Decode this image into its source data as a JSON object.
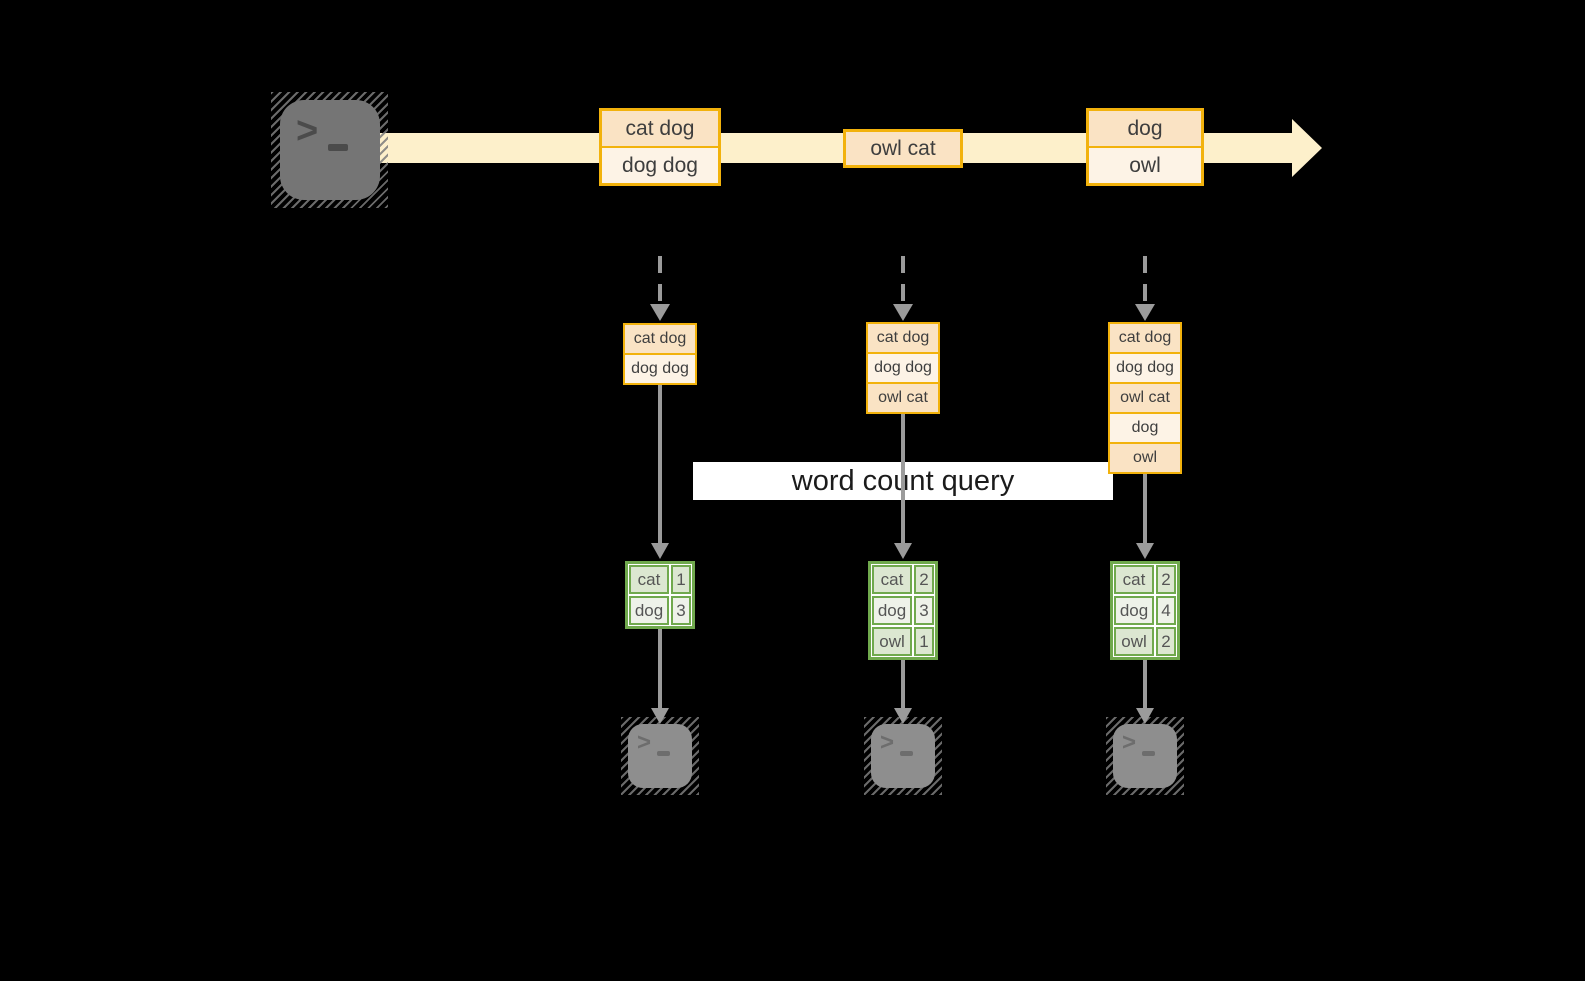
{
  "banner": {
    "label": "word count query"
  },
  "icons": {
    "terminal_gt": ">",
    "source_terminal": "terminal-prompt-icon",
    "sink_terminal": "terminal-prompt-icon"
  },
  "stream": {
    "events": [
      {
        "cells": [
          "cat dog",
          "dog dog"
        ]
      },
      {
        "cells": [
          "owl cat"
        ]
      },
      {
        "cells": [
          "dog",
          "owl"
        ]
      }
    ]
  },
  "pipelines": [
    {
      "buffer": [
        "cat dog",
        "dog dog"
      ],
      "result": [
        {
          "word": "cat",
          "count": 1
        },
        {
          "word": "dog",
          "count": 3
        }
      ]
    },
    {
      "buffer": [
        "cat dog",
        "dog dog",
        "owl cat"
      ],
      "result": [
        {
          "word": "cat",
          "count": 2
        },
        {
          "word": "dog",
          "count": 3
        },
        {
          "word": "owl",
          "count": 1
        }
      ]
    },
    {
      "buffer": [
        "cat dog",
        "dog dog",
        "owl cat",
        "dog",
        "owl"
      ],
      "result": [
        {
          "word": "cat",
          "count": 2
        },
        {
          "word": "dog",
          "count": 4
        },
        {
          "word": "owl",
          "count": 2
        }
      ]
    }
  ],
  "colors": {
    "background": "#000000",
    "stream_band": "#fdf0cb",
    "event_border": "#f2b20c",
    "event_fill_dark": "#fae3c4",
    "event_fill_light": "#fdf3e6",
    "result_border": "#70a94d",
    "result_fill_dark": "#dce7d1",
    "result_fill_light": "#eef2e9",
    "arrow_gray": "#9b9b9b",
    "banner_bg": "#ffffff"
  }
}
